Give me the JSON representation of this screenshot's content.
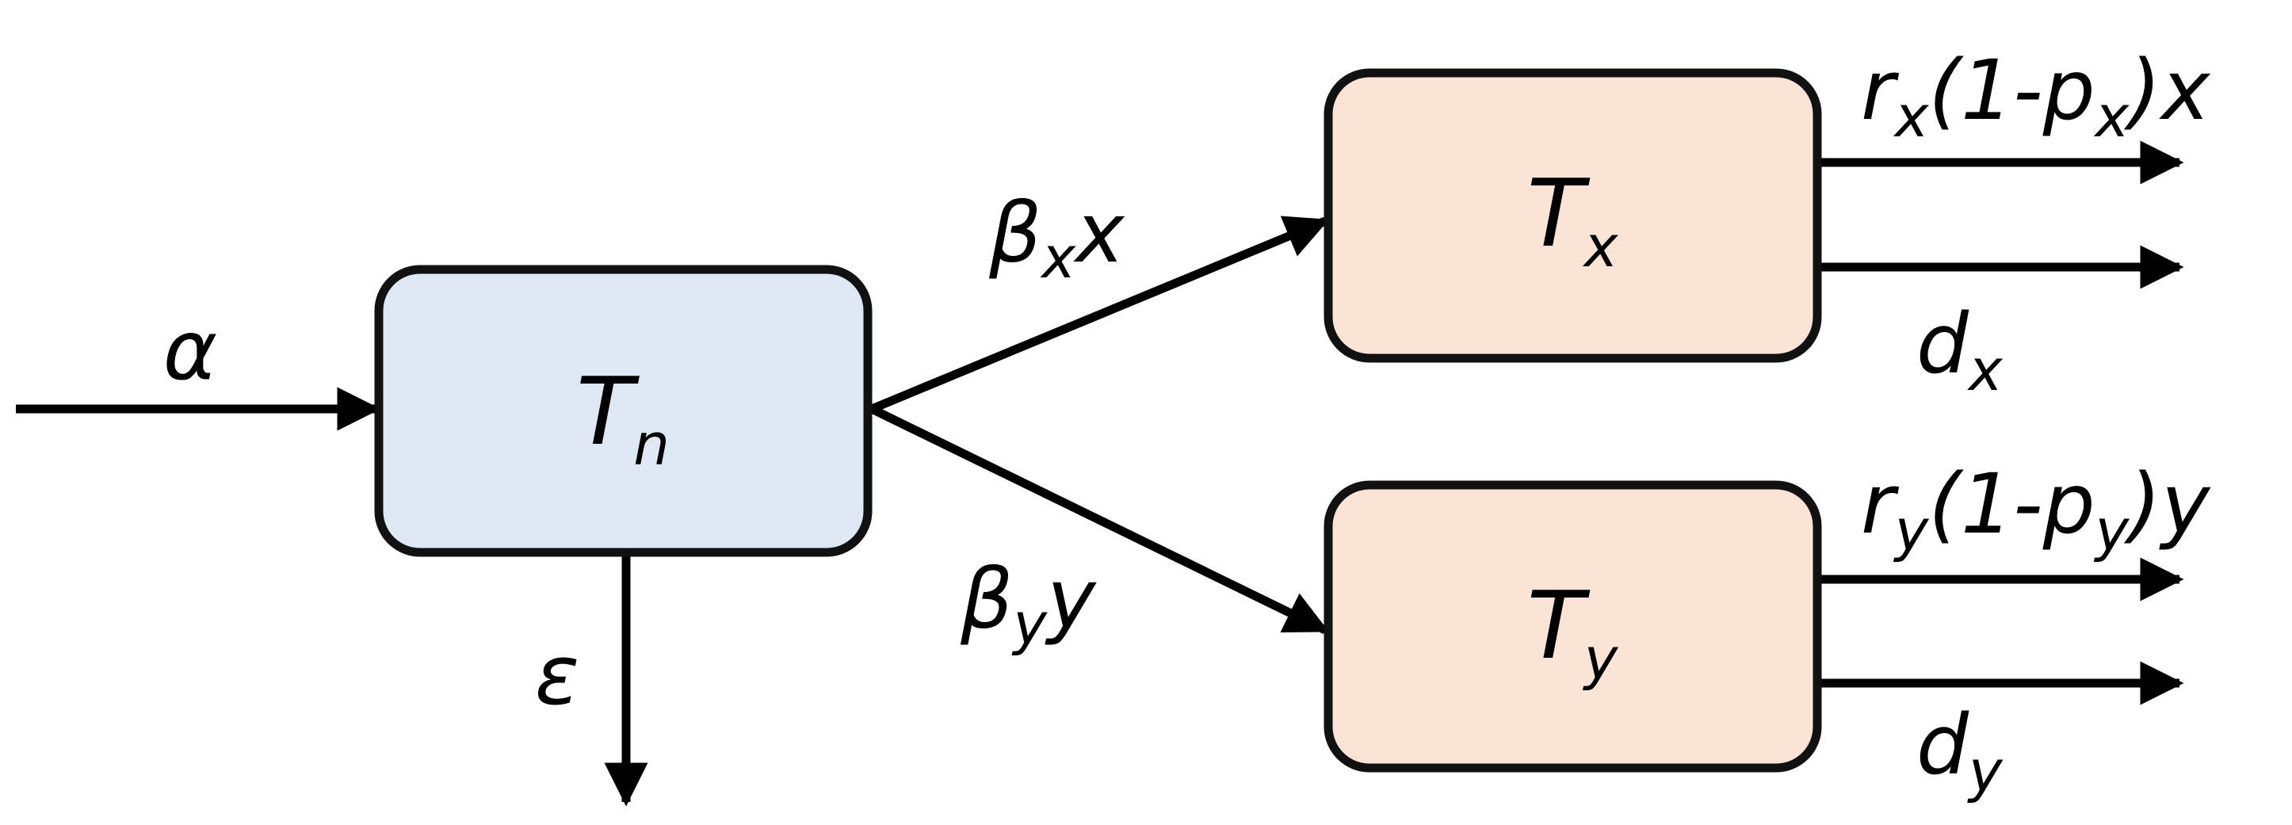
{
  "colors": {
    "source_fill": "#dde8f4",
    "target_fill": "#fbe4d6",
    "stroke": "#111111"
  },
  "nodes": {
    "tn": {
      "main": "T",
      "sub": "n"
    },
    "tx": {
      "main": "T",
      "sub": "x"
    },
    "ty": {
      "main": "T",
      "sub": "y"
    }
  },
  "edges": {
    "alpha": {
      "text": "α"
    },
    "epsilon": {
      "text": "ε"
    },
    "beta_x": {
      "a": "β",
      "sub": "x",
      "b": "x"
    },
    "beta_y": {
      "a": "β",
      "sub": "y",
      "b": "y"
    },
    "rx": {
      "a": "r",
      "sub1": "x",
      "b": "(1-p",
      "sub2": "x",
      "c": ")x"
    },
    "ry": {
      "a": "r",
      "sub1": "y",
      "b": "(1-p",
      "sub2": "y",
      "c": ")y"
    },
    "dx": {
      "a": "d",
      "sub": "x"
    },
    "dy": {
      "a": "d",
      "sub": "y"
    }
  }
}
